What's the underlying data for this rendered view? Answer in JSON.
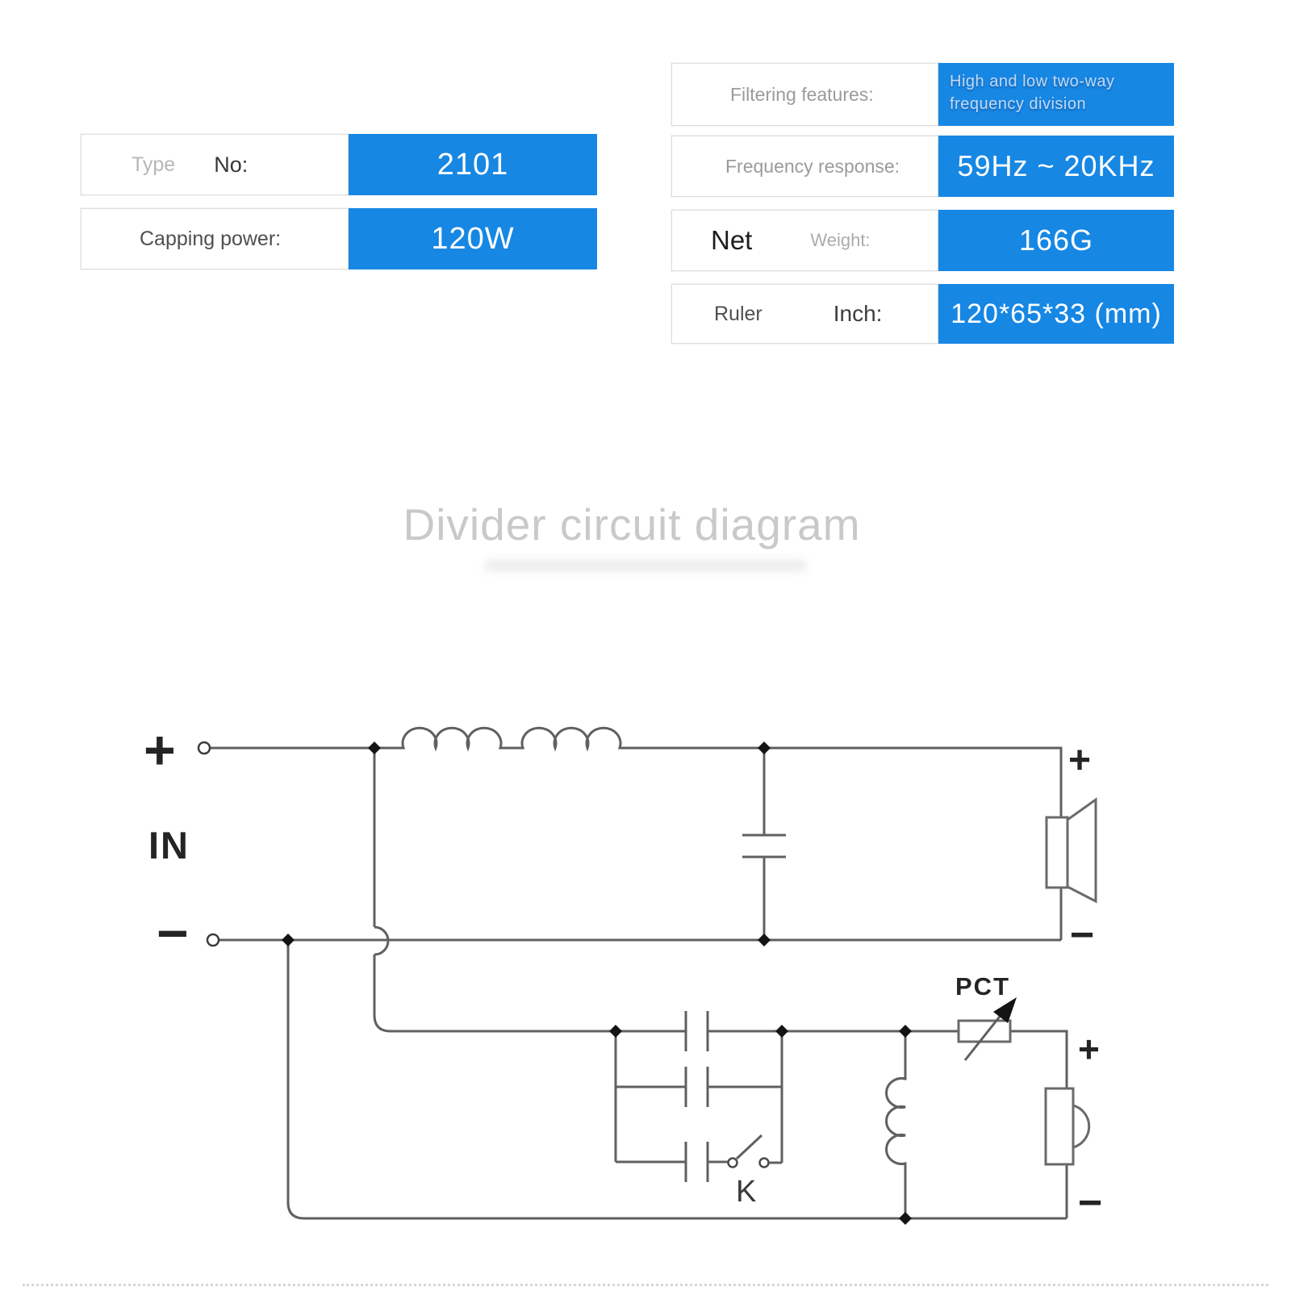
{
  "colors": {
    "accent": "#1787e4",
    "wire": "#606060",
    "title_gray": "#c9c9c9",
    "ink": "#242424"
  },
  "title": {
    "text": "Divider circuit diagram"
  },
  "tables": {
    "left": {
      "rows": [
        {
          "label_a": "Type",
          "label_b": "No:",
          "value": "2101"
        },
        {
          "label_a": "Capping power:",
          "label_b": "",
          "value": "120W"
        }
      ]
    },
    "right": {
      "rows": [
        {
          "label_a": "Filtering features:",
          "label_b": "",
          "value": "High and low two-way frequency division"
        },
        {
          "label_a": "Frequency response:",
          "label_b": "",
          "value": "59Hz ~ 20KHz"
        },
        {
          "label_a": "Net",
          "label_b": "Weight:",
          "value": "166G"
        },
        {
          "label_a": "Ruler",
          "label_b": "Inch:",
          "value": "120*65*33 (mm)"
        }
      ]
    }
  },
  "diagram": {
    "input_plus": "+",
    "input_label": "IN",
    "input_minus": "−",
    "woofer_plus": "+",
    "woofer_minus": "−",
    "tweeter_plus": "+",
    "tweeter_minus": "−",
    "switch_label": "K",
    "pot_label": "PCT"
  }
}
